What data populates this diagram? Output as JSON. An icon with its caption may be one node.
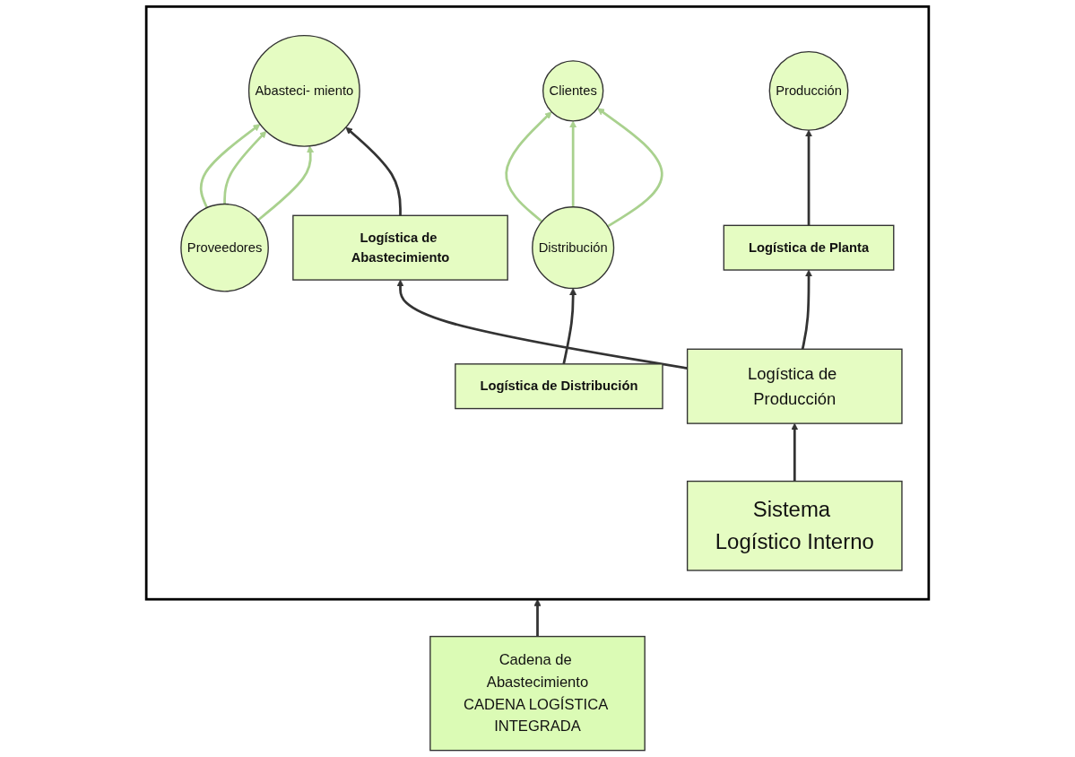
{
  "diagram": {
    "nodes": [
      {
        "text": [],
        "shape": "box"
      },
      {
        "text": [
          "Proveedores"
        ],
        "in": 0
      },
      {
        "text": [
          "Abasteci- miento"
        ],
        "in": 0
      },
      {
        "text": [
          "Producción"
        ],
        "in": 0
      },
      {
        "text": [
          "Distribución"
        ],
        "in": 0
      },
      {
        "text": [
          "Clientes"
        ],
        "in": 0
      },
      {
        "text": [
          "Logística de Abastecimiento"
        ],
        "in": 0
      },
      {
        "text": [
          "Logística de Planta"
        ],
        "in": 0
      },
      {
        "text": [
          "Logística de Distribución"
        ],
        "in": 0
      },
      {
        "text": [
          "Logística de Producción"
        ],
        "in": 0
      },
      {
        "text": [
          "Sistema Logístico Interno"
        ],
        "in": 0
      },
      {
        "text": [
          "Cadena de Abastecimiento",
          "CADENA LOGÍSTICA INTEGRADA"
        ]
      }
    ],
    "edges": [
      {
        "from": 1,
        "to": 2,
        "arrow": "to",
        "color": "#a9d18e"
      },
      {
        "from": 1,
        "to": 2,
        "arrow": "to",
        "color": "#a9d18e"
      },
      {
        "from": 1,
        "to": 2,
        "arrow": "to",
        "color": "#a9d18e"
      },
      {
        "from": 4,
        "to": 5,
        "arrow": "to",
        "color": "#a9d18e"
      },
      {
        "from": 4,
        "to": 5,
        "arrow": "to",
        "color": "#a9d18e"
      },
      {
        "from": 4,
        "to": 5,
        "arrow": "to",
        "color": "#a9d18e"
      },
      {
        "from": 6,
        "to": 2,
        "arrow": "to"
      },
      {
        "from": 7,
        "to": 3,
        "arrow": "to"
      },
      {
        "from": 8,
        "to": 4,
        "arrow": "to"
      },
      {
        "from": 9,
        "to": 6,
        "arrow": "to"
      },
      {
        "from": 9,
        "to": 7,
        "arrow": "to"
      },
      {
        "from": 10,
        "to": 9,
        "arrow": "to"
      },
      {
        "from": 11,
        "to": 0,
        "arrow": "to"
      }
    ]
  }
}
